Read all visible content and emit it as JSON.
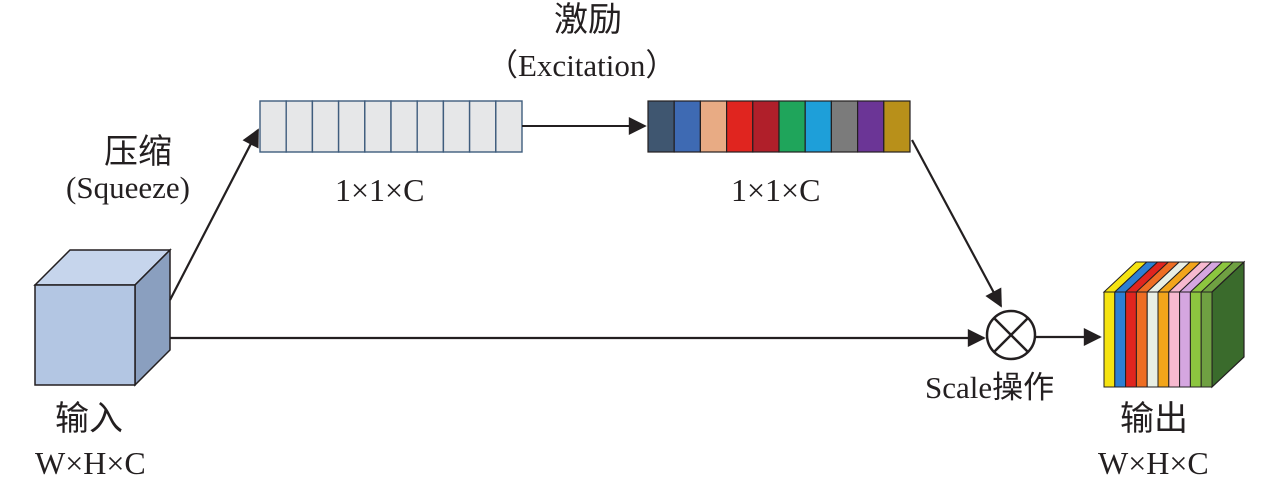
{
  "labels": {
    "squeeze_cn": "压缩",
    "squeeze_en": "(Squeeze)",
    "excitation_cn": "激励",
    "excitation_en": "（Excitation）",
    "squeezed_vector_dims": "1×1×C",
    "excited_vector_dims": "1×1×C",
    "input_cn": "输入",
    "input_dims": "W×H×C",
    "scale_op": "Scale操作",
    "output_cn": "输出",
    "output_dims": "W×H×C"
  },
  "colors": {
    "line": "#231f20",
    "input_cube_front": "#b3c6e3",
    "input_cube_top": "#c6d5ec",
    "input_cube_side": "#8a9fbf",
    "squeezed_cell": "#e6e7e8",
    "squeezed_stroke": "#3f5d7d",
    "output_cube_side": "#3a6b2c"
  },
  "excitation_cells": [
    "#3f5670",
    "#3e6ab3",
    "#e8ab84",
    "#e0251f",
    "#b01f2a",
    "#1fa55b",
    "#1e9fd9",
    "#7b7b7b",
    "#6b3596",
    "#b8901a"
  ],
  "output_stripes": [
    "#f5e311",
    "#2d7fd4",
    "#e0251f",
    "#ee6d23",
    "#e9efe4",
    "#f2a51b",
    "#f7b9cf",
    "#d5a6e0",
    "#8cc63f",
    "#6fa042"
  ],
  "squeezed_cell_count": 10
}
